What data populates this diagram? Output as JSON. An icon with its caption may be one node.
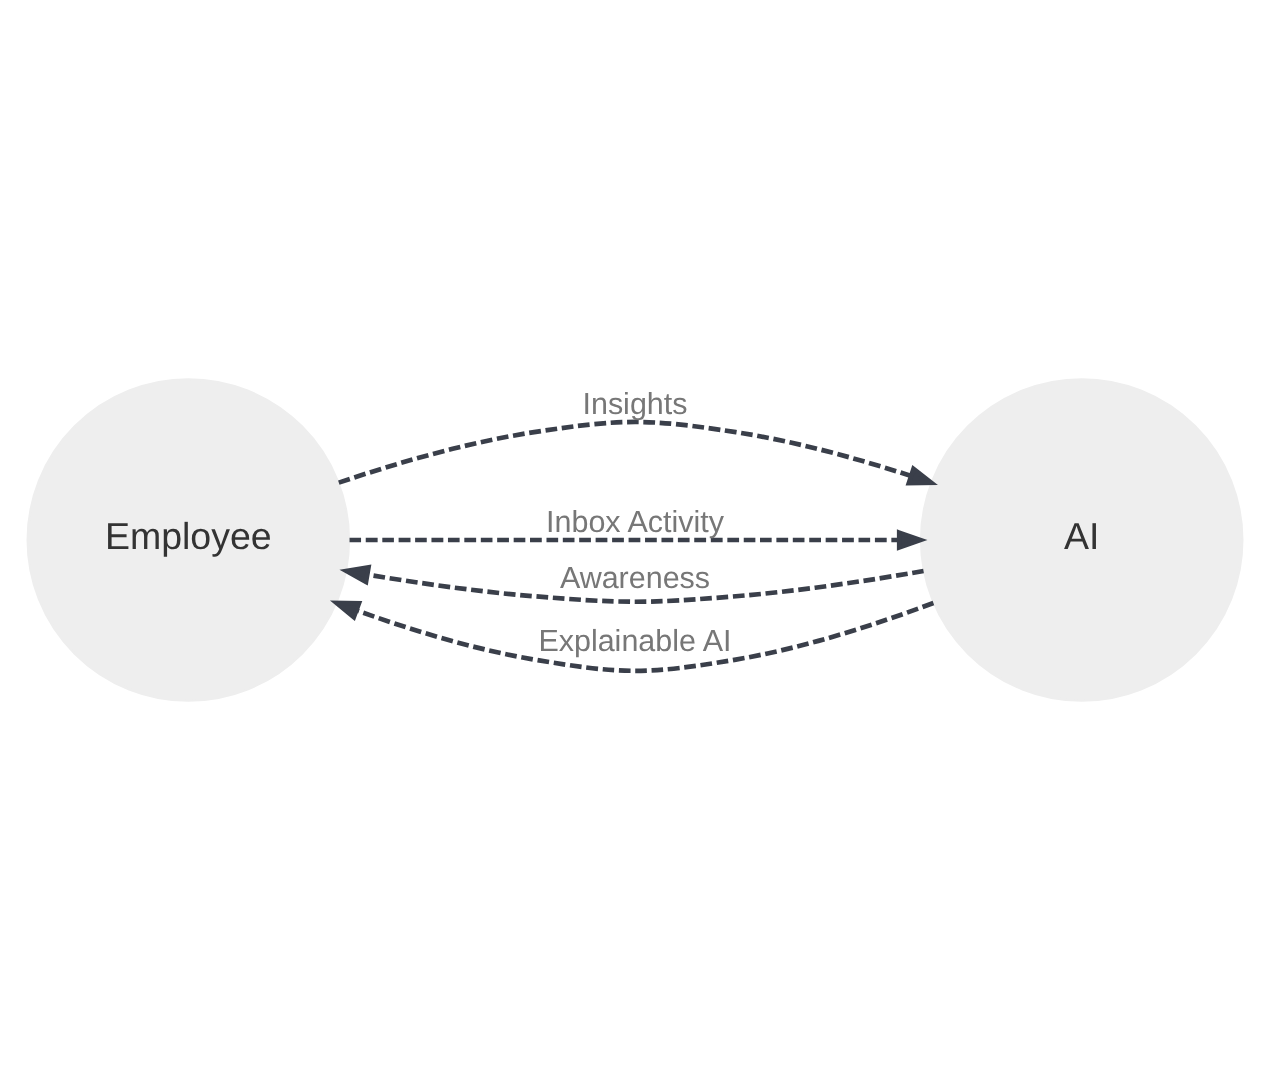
{
  "diagram": {
    "nodes": [
      {
        "text": [
          "Employee"
        ]
      },
      {
        "text": [
          "AI"
        ]
      }
    ],
    "edges": [
      {
        "from": 0,
        "to": 1,
        "arrow": "to",
        "label": "Insights",
        "style": "dashed"
      },
      {
        "from": 0,
        "to": 1,
        "arrow": "to",
        "label": "Inbox Activity",
        "style": "dashed"
      },
      {
        "from": 1,
        "to": 0,
        "arrow": "to",
        "label": "Awareness",
        "style": "dashed"
      },
      {
        "from": 1,
        "to": 0,
        "arrow": "to",
        "label": "Explainable AI",
        "style": "dashed"
      }
    ]
  }
}
